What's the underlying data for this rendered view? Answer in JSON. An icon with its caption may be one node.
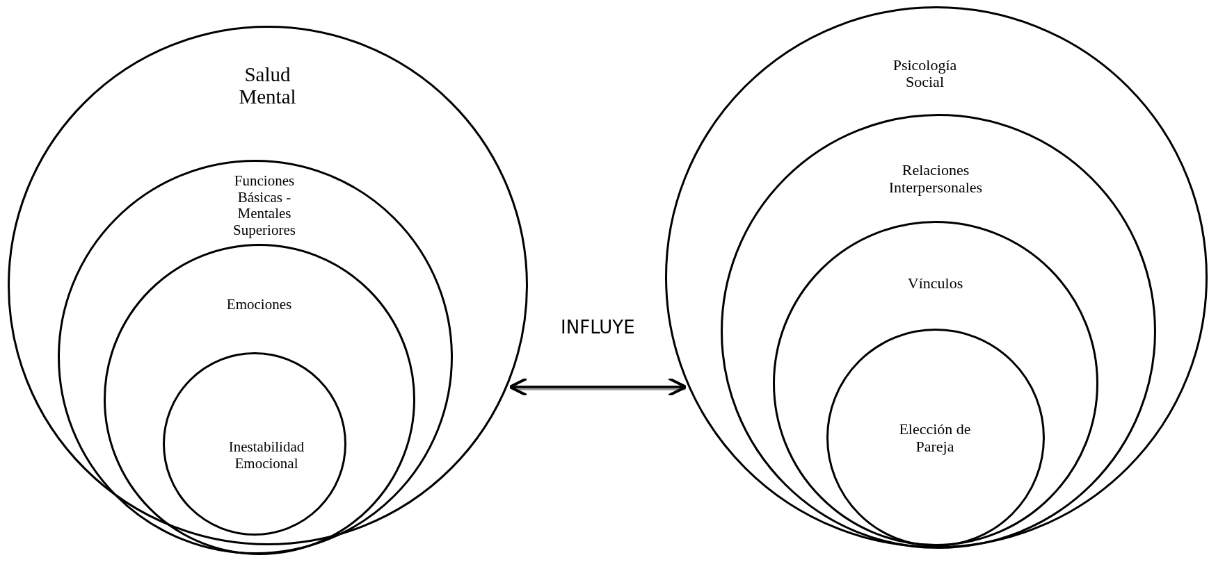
{
  "diagram": {
    "nodes": [
      {
        "text": [
          "Salud Mental"
        ]
      },
      {
        "text": [
          "Funciones Básicas - Mentales Superiores"
        ],
        "in": 0
      },
      {
        "text": [
          "Emociones"
        ],
        "in": 1
      },
      {
        "text": [
          "Inestabilidad Emocional"
        ],
        "in": 2
      },
      {
        "text": [
          "Psicología Social"
        ]
      },
      {
        "text": [
          "Relaciones Interpersonales"
        ],
        "in": 4
      },
      {
        "text": [
          "Vínculos"
        ],
        "in": 5
      },
      {
        "text": [
          "Elección de Pareja"
        ],
        "in": 6
      }
    ],
    "edges": [
      {
        "from": 0,
        "to": 4,
        "arrow": "both",
        "label": "INFLUYE"
      }
    ]
  }
}
